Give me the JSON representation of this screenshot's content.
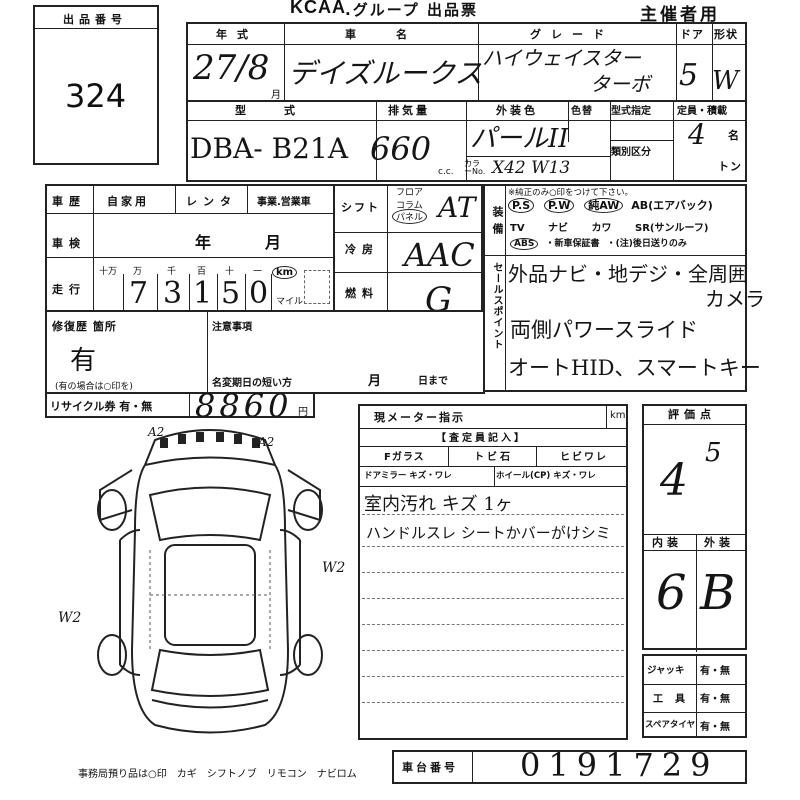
{
  "header": {
    "lot_label": "出品番号",
    "lot_number": "324",
    "brand": "KCAA",
    "title": ".グループ 出品票",
    "organizer": "主催者用"
  },
  "row1": {
    "year_label": "年式",
    "year_value": "27/8",
    "month_unit": "月",
    "name_label": "車名",
    "name_value": "デイズルークス",
    "grade_label": "グレード",
    "grade_line1": "ハイウェイスター",
    "grade_line2": "ターボ",
    "doors_label": "ドア",
    "doors_value": "5",
    "shape_label": "形状",
    "shape_value": "W"
  },
  "row2": {
    "model_label": "型式",
    "model_value": "DBA- B21A",
    "displacement_label": "排気量",
    "displacement_value": "660",
    "cc_unit": "c.c.",
    "color_label": "外装色",
    "color_value": "パールII",
    "color_code_label": "カラーNo.",
    "color_code_value": "X42 W13",
    "color_change_label": "色替",
    "spec_label": "型式指定",
    "class_label": "類別区分",
    "capacity_label": "定員・積載",
    "capacity_value": "4",
    "person_unit": "名",
    "ton_unit": "トン"
  },
  "history": {
    "label": "車歴",
    "private": "自家用",
    "rental": "レンタ",
    "business": "事業.営業車",
    "inspection_label": "車検",
    "year_unit": "年",
    "month_unit": "月",
    "mileage_label": "走行",
    "digit_labels": [
      "十万",
      "万",
      "千",
      "百",
      "十",
      "一"
    ],
    "digits": [
      "",
      "7",
      "3",
      "1",
      "5",
      "0"
    ],
    "km_label": "km",
    "mile_label": "マイル"
  },
  "mid": {
    "shift_label": "シフト",
    "floor_label": "フロア",
    "column_label": "コラム",
    "panel_label": "パネル",
    "shift_value": "AT",
    "ac_label": "冷房",
    "ac_value": "AAC",
    "fuel_label": "燃料",
    "fuel_value": "G"
  },
  "equipment": {
    "label": "装備",
    "note": "※純正のみ○印をつけて下さい。",
    "row1": [
      "P.S",
      "P.W",
      "純AW",
      "AB(エアバック)"
    ],
    "row2": [
      "TV",
      "ナビ",
      "カワ",
      "SR(サンルーフ)"
    ],
    "row3": [
      "ABS",
      "・新車保証書",
      "・(注)後日送りのみ"
    ]
  },
  "sales": {
    "label": "セールスポイント",
    "line1": "外品ナビ・地デジ・全周囲",
    "line1b": "カメラ",
    "line2": "両側パワースライド",
    "line3": "オートHID、スマートキー"
  },
  "repair": {
    "label": "修復歴 箇所",
    "value": "有",
    "note": "(有の場合は○印を)"
  },
  "caution": {
    "label": "注意事項",
    "short_label": "名変期日の短い方",
    "month_unit": "月",
    "day_unit": "日まで"
  },
  "recycle": {
    "label": "リサイクル券 有・無",
    "value": "8860",
    "unit": "円"
  },
  "diagram": {
    "marks": [
      "A2",
      "A2",
      "W2",
      "W2"
    ]
  },
  "meter": {
    "label": "現メーター指示",
    "unit": "km",
    "inspector_label": "【査定員記入】",
    "glass_label": "Fガラス",
    "chip_label": "トビ石",
    "crack_label": "ヒビワレ",
    "mirror_label": "ドアミラー キズ・ワレ",
    "wheel_label": "ホイール(CP) キズ・ワレ",
    "line1": "室内汚れ キズ 1ヶ",
    "line2": "ハンドルスレ シートかバーがけシミ"
  },
  "rating": {
    "label": "評価点",
    "value": "4",
    "value_sup": "5",
    "interior_label": "内装",
    "exterior_label": "外装",
    "interior_value": "6",
    "exterior_value": "B"
  },
  "tools": {
    "jack_label": "ジャッキ",
    "tools_label": "工具",
    "spare_label": "スペアタイヤ",
    "yes_no": "有・無"
  },
  "footer": {
    "deposit_text": "事務局預り品は○印　カギ　シフトノブ　リモコン　ナビロム",
    "chassis_label": "車台番号",
    "chassis_value": "0191729"
  }
}
